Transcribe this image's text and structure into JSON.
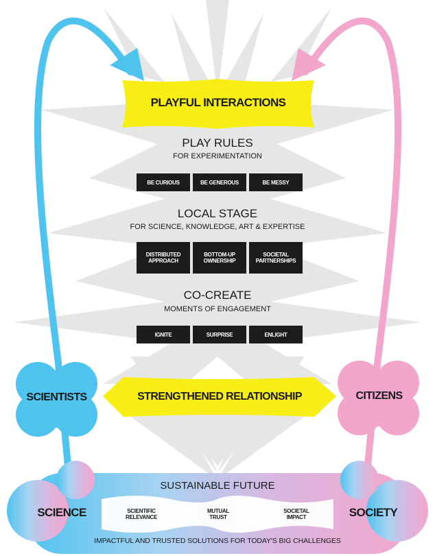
{
  "colors": {
    "science_blue": "#4ec3ee",
    "citizen_pink": "#f2a6cc",
    "banner_yellow": "#f7ee16",
    "starburst_gray": "#e6e6e6",
    "box_black": "#1c1c1c"
  },
  "top_banner": {
    "label": "PLAYFUL INTERACTIONS"
  },
  "play_rules": {
    "heading": "PLAY RULES",
    "subheading": "FOR EXPERIMENTATION",
    "items": [
      "BE CURIOUS",
      "BE GENEROUS",
      "BE MESSY"
    ]
  },
  "local_stage": {
    "heading": "LOCAL STAGE",
    "subheading": "FOR SCIENCE, KNOWLEDGE, ART & EXPERTISE",
    "items": [
      "DISTRIBUTED\nAPPROACH",
      "BOTTOM-UP\nOWNERSHIP",
      "SOCIETAL\nPARTNERSHIPS"
    ]
  },
  "co_create": {
    "heading": "CO-CREATE",
    "subheading": "MOMENTS OF ENGAGEMENT",
    "items": [
      "IGNITE",
      "SURPRISE",
      "ENLIGHT"
    ]
  },
  "left_node": {
    "label": "SCIENTISTS"
  },
  "right_node": {
    "label": "CITIZENS"
  },
  "middle_banner": {
    "label": "STRENGTHENED RELATIONSHIP"
  },
  "bottom": {
    "title": "SUSTAINABLE FUTURE",
    "left_label": "SCIENCE",
    "right_label": "SOCIETY",
    "items": [
      "SCIENTIFIC\nRELEVANCE",
      "MUTUAL\nTRUST",
      "SOCIETAL\nIMPACT"
    ],
    "footer": "IMPACTFUL AND TRUSTED SOLUTIONS FOR TODAY'S BIG CHALLENGES"
  }
}
